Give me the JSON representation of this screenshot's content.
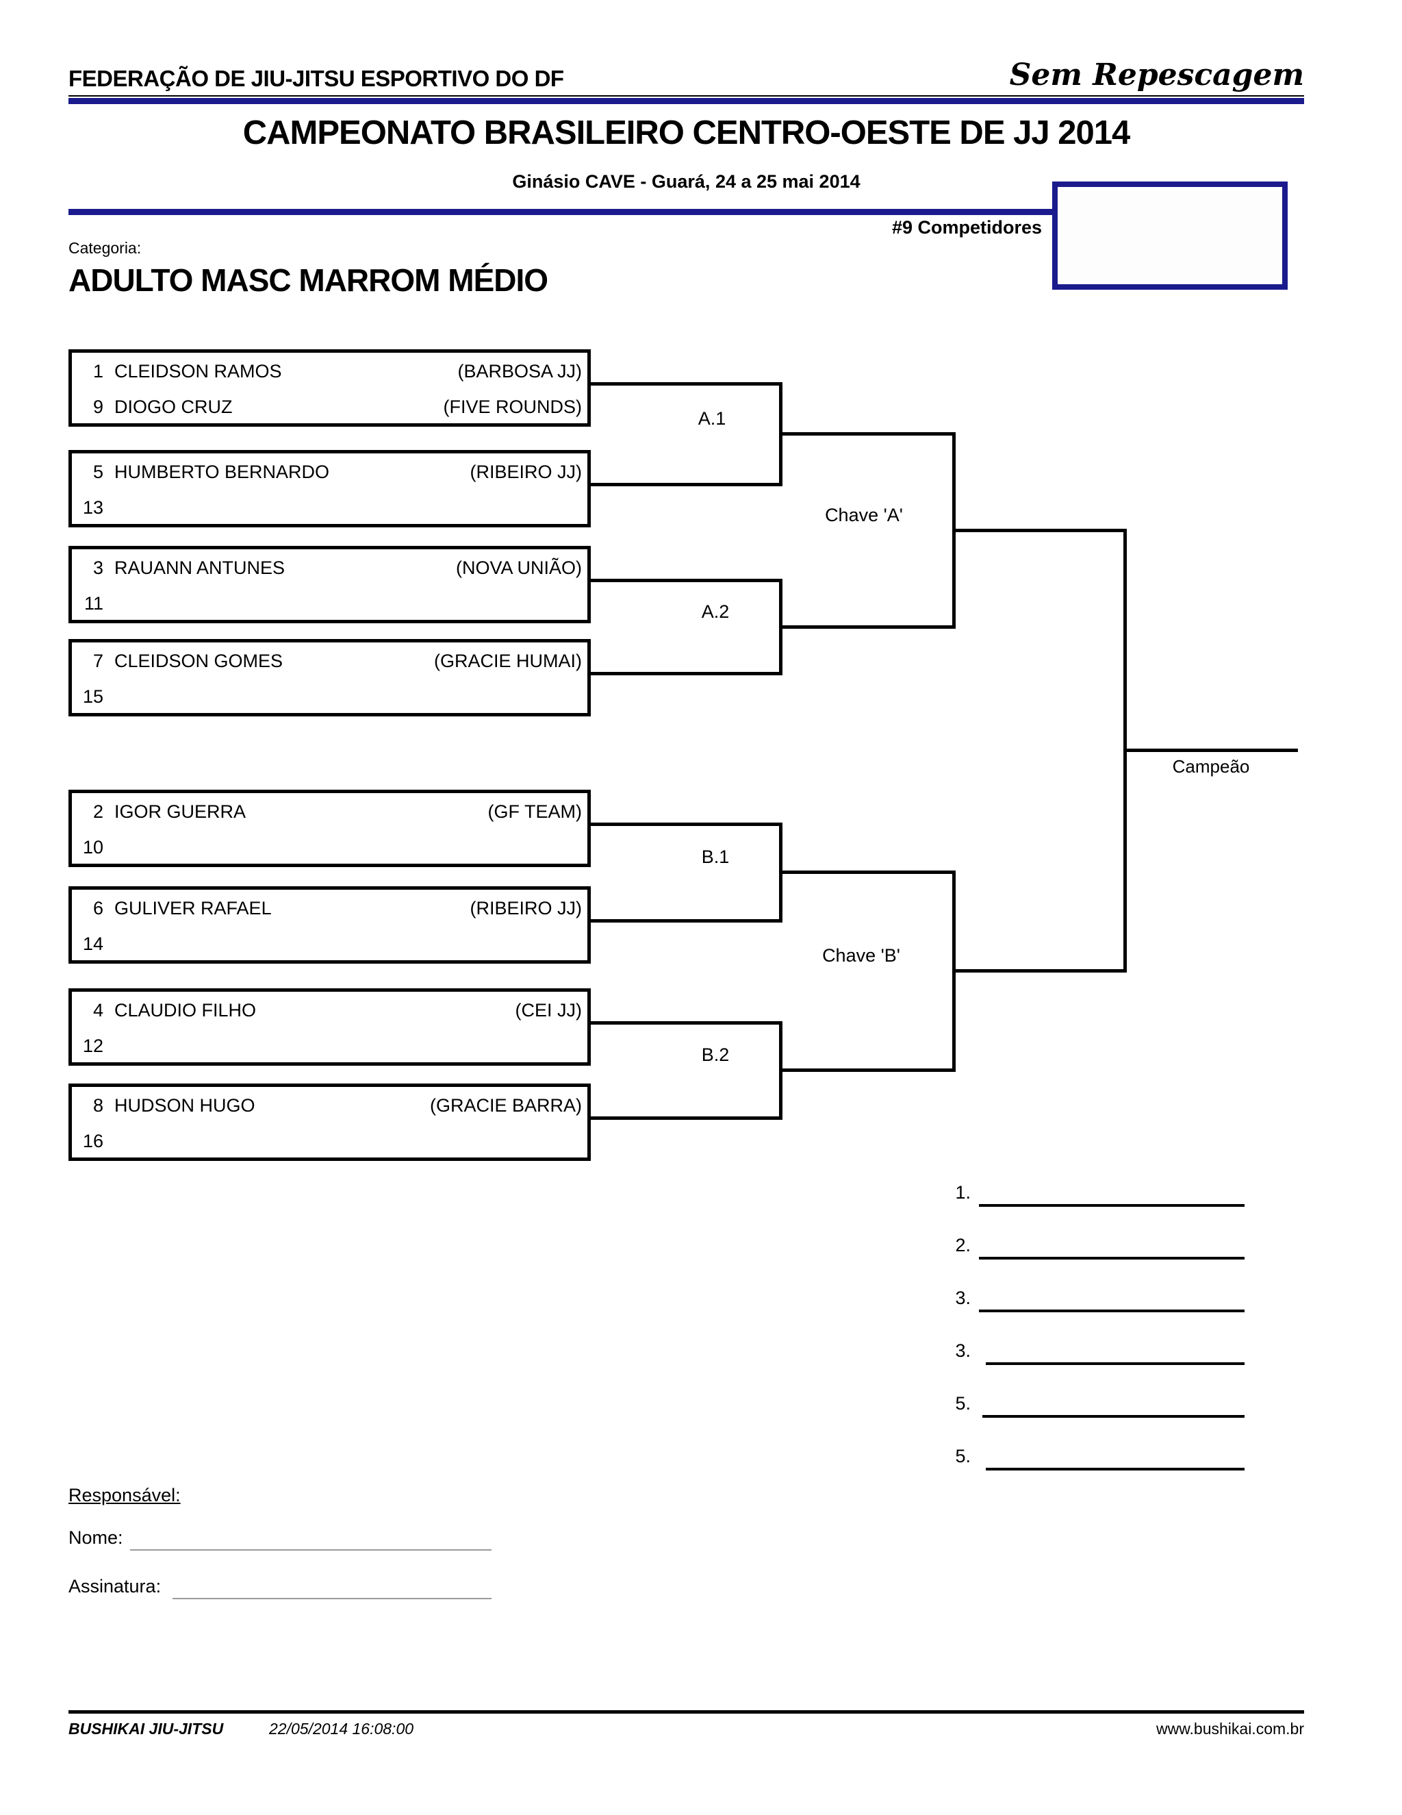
{
  "colors": {
    "navy": "#1b1b8e",
    "line_black": "#000000"
  },
  "header": {
    "federation": "FEDERAÇÃO DE JIU-JITSU ESPORTIVO DO DF",
    "bracket_type": "Sem Repescagem",
    "title": "CAMPEONATO BRASILEIRO CENTRO-OESTE DE JJ 2014",
    "venue": "Ginásio CAVE - Guará, 24 a 25 mai 2014",
    "competitors": "#9 Competidores",
    "category_label": "Categoria:",
    "category": "ADULTO MASC MARROM MÉDIO"
  },
  "bracket": {
    "labels": {
      "match_a1": "A.1",
      "match_a2": "A.2",
      "bracket_a": "Chave 'A'",
      "match_b1": "B.1",
      "match_b2": "B.2",
      "bracket_b": "Chave 'B'",
      "champion": "Campeão"
    },
    "boxes": [
      {
        "rows": [
          {
            "seed": "1",
            "name": "CLEIDSON RAMOS",
            "team": "(BARBOSA JJ)"
          },
          {
            "seed": "9",
            "name": "DIOGO CRUZ",
            "team": "(FIVE ROUNDS)"
          }
        ]
      },
      {
        "rows": [
          {
            "seed": "5",
            "name": "HUMBERTO BERNARDO",
            "team": "(RIBEIRO JJ)"
          },
          {
            "seed": "13",
            "name": "",
            "team": ""
          }
        ]
      },
      {
        "rows": [
          {
            "seed": "3",
            "name": "RAUANN ANTUNES",
            "team": "(NOVA UNIÃO)"
          },
          {
            "seed": "11",
            "name": "",
            "team": ""
          }
        ]
      },
      {
        "rows": [
          {
            "seed": "7",
            "name": "CLEIDSON GOMES",
            "team": "(GRACIE HUMAI)"
          },
          {
            "seed": "15",
            "name": "",
            "team": ""
          }
        ]
      },
      {
        "rows": [
          {
            "seed": "2",
            "name": "IGOR GUERRA",
            "team": "(GF TEAM)"
          },
          {
            "seed": "10",
            "name": "",
            "team": ""
          }
        ]
      },
      {
        "rows": [
          {
            "seed": "6",
            "name": "GULIVER RAFAEL",
            "team": "(RIBEIRO JJ)"
          },
          {
            "seed": "14",
            "name": "",
            "team": ""
          }
        ]
      },
      {
        "rows": [
          {
            "seed": "4",
            "name": "CLAUDIO FILHO",
            "team": "(CEI JJ)"
          },
          {
            "seed": "12",
            "name": "",
            "team": ""
          }
        ]
      },
      {
        "rows": [
          {
            "seed": "8",
            "name": "HUDSON HUGO",
            "team": "(GRACIE BARRA)"
          },
          {
            "seed": "16",
            "name": "",
            "team": ""
          }
        ]
      }
    ]
  },
  "placements": {
    "items": [
      "1.",
      "2.",
      "3.",
      "3.",
      "5.",
      "5."
    ]
  },
  "signature": {
    "heading": "Responsável:",
    "name_label": "Nome:",
    "signature_label": "Assinatura:"
  },
  "footer": {
    "org": "BUSHIKAI JIU-JITSU",
    "generated": "22/05/2014 16:08:00",
    "website": "www.bushikai.com.br"
  }
}
